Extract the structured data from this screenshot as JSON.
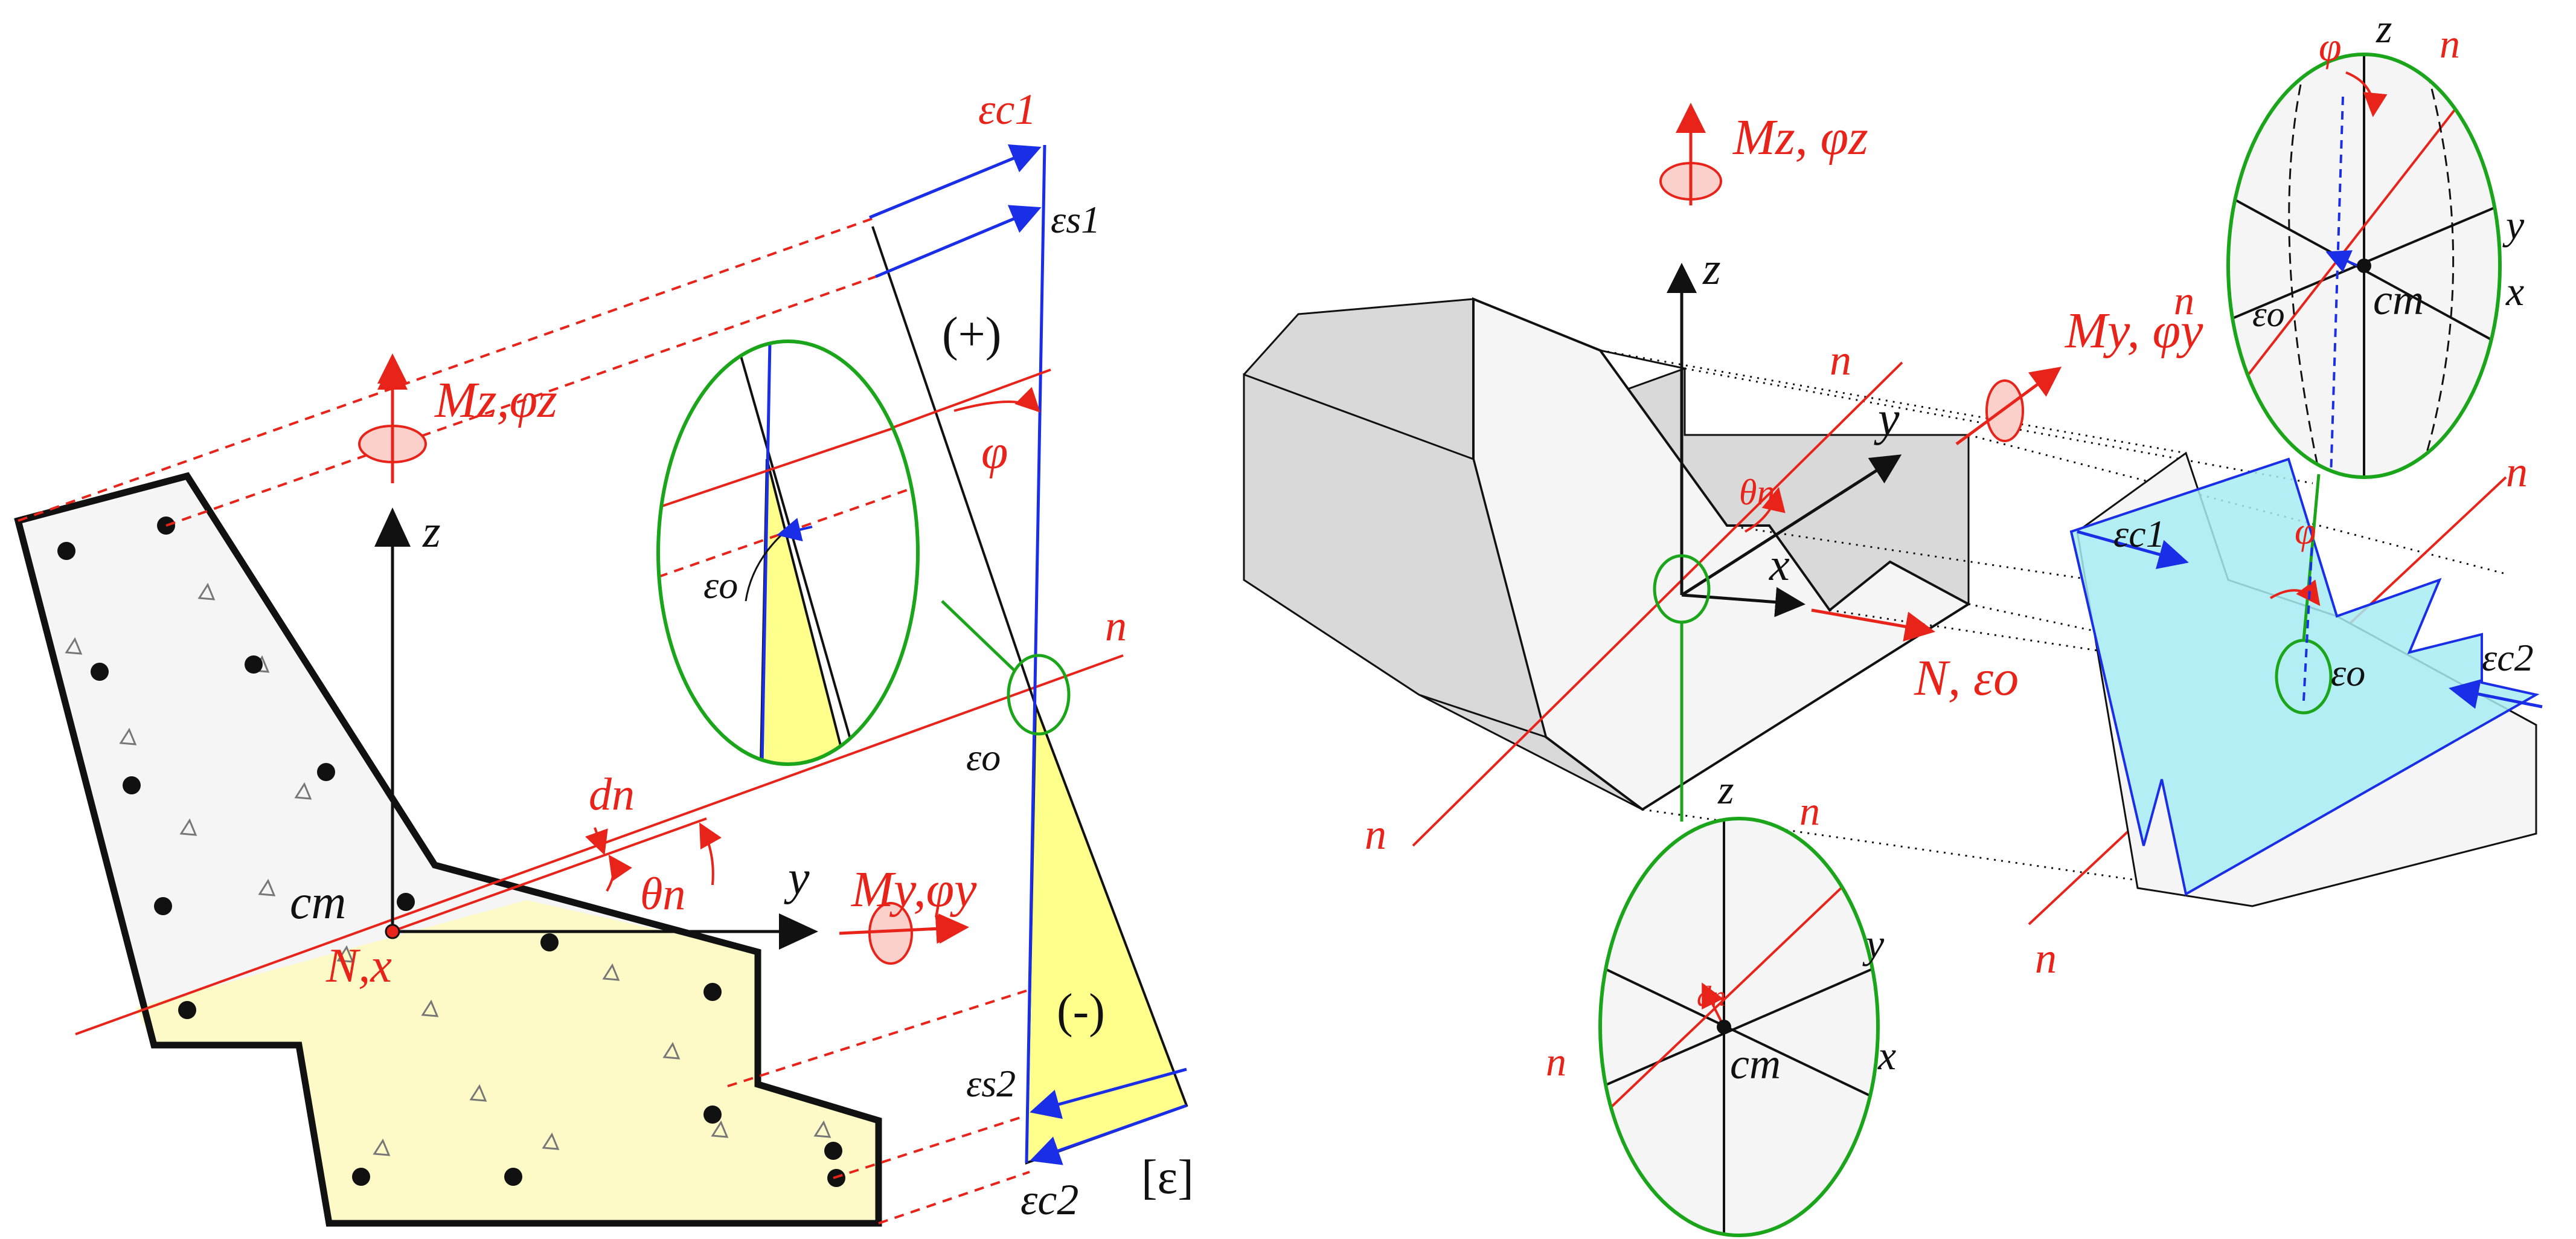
{
  "left": {
    "eps_c1": "εc1",
    "eps_s1": "εs1",
    "plus": "(+)",
    "minus": "(-)",
    "phi": "φ",
    "eps_o_zoom": "εo",
    "eps_o": "εo",
    "n": "n",
    "Mz": "Mz,φz",
    "z": "z",
    "y": "y",
    "My": "My,φy",
    "cm": "cm",
    "Nx": "N,x",
    "dn": "dn",
    "theta_n": "θn",
    "eps_s2": "εs2",
    "eps_c2": "εc2",
    "eps_bracket": "[ε]"
  },
  "right": {
    "Mz": "Mz, φz",
    "z": "z",
    "y": "y",
    "x": "x",
    "My": "My, φy",
    "theta_n": "θn",
    "N_eps": "N, εo",
    "n_mid": "n",
    "n_left": "n",
    "n_bottom": "n",
    "n_right": "n",
    "eps_c1": "εc1",
    "eps_c2": "εc2",
    "phi": "φ",
    "eps_o": "εo",
    "zoom_top": {
      "phi": "φ",
      "z": "z",
      "n1": "n",
      "y": "y",
      "n2": "n",
      "eps_o": "εo",
      "cm": "cm",
      "x": "x"
    },
    "zoom_bottom": {
      "z": "z",
      "n1": "n",
      "y": "y",
      "dn": "dn",
      "n2": "n",
      "cm": "cm",
      "x": "x"
    }
  },
  "colors": {
    "red": "#e8231a",
    "blue": "#1a2ee8",
    "green": "#1aa51a",
    "yellow": "#ffff8c",
    "section_fill": "#f5f5f5",
    "compression_fill": "#fdfac8",
    "cyan": "#a7ecf5"
  }
}
